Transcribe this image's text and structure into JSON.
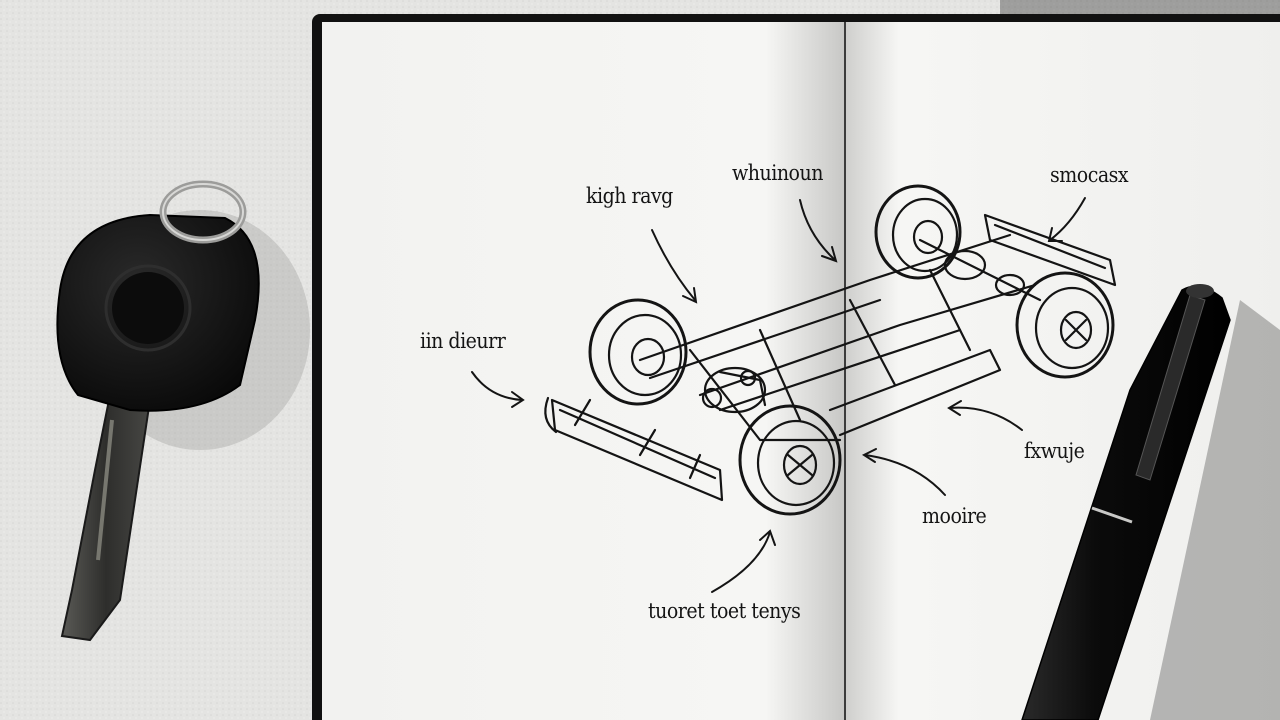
{
  "annotations": {
    "top_left": "kigh ravg",
    "top_center": "whuinoun",
    "top_right": "smocasx",
    "left": "iin dieurr",
    "right": "fxwuje",
    "lower_right": "mooire",
    "bottom": "tuoret toet tenys"
  },
  "colors": {
    "surface": "#e6e6e4",
    "paper": "#f7f7f5",
    "ink": "#141414",
    "key_plastic": "#111111",
    "key_metal": "#3a3a38",
    "pen_body": "#0d0d0d"
  },
  "objects": {
    "car_key": "car-key",
    "key_ring": "key-ring",
    "notebook": "open-notebook",
    "sketch": "vehicle-chassis-sketch",
    "pen": "black-pen"
  }
}
